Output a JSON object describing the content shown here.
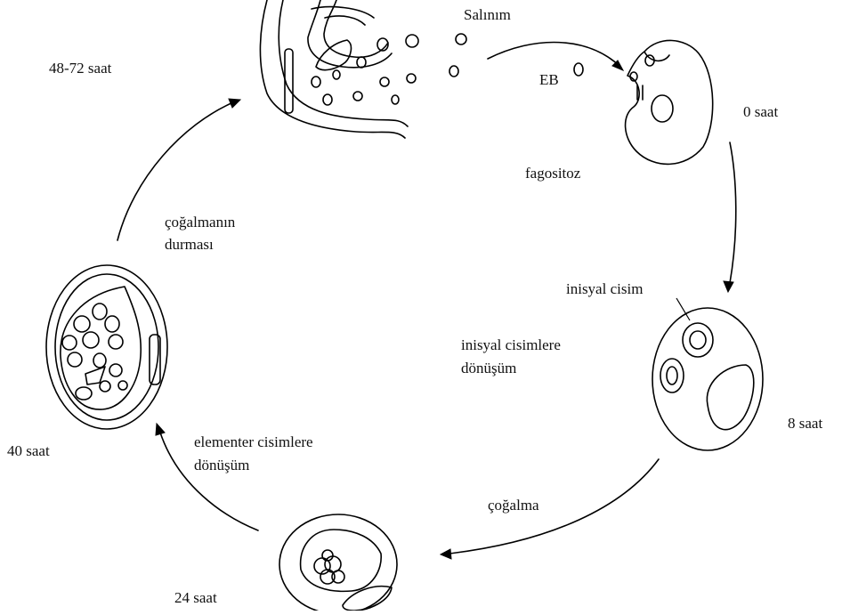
{
  "labels": {
    "salinim": "Salınım",
    "eb": "EB",
    "saat_0": "0 saat",
    "fagositoz": "fagositoz",
    "saat_48_72": "48-72 saat",
    "cogalmanin_line1": "çoğalmanın",
    "cogalmanin_line2": "durması",
    "inisyal_cisim": "inisyal cisim",
    "inisyal_cisimlere_line1": "inisyal cisimlere",
    "inisyal_cisimlere_line2": "dönüşüm",
    "saat_8": "8 saat",
    "elementer_line1": "elementer cisimlere",
    "elementer_line2": "dönüşüm",
    "saat_40": "40 saat",
    "cogalma": "çoğalma",
    "saat_24": "24 saat"
  },
  "colors": {
    "ink": "#000000",
    "background": "#ffffff"
  }
}
